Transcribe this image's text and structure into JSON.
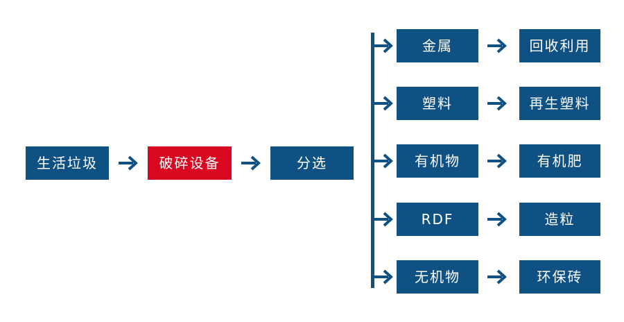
{
  "diagram": {
    "title": "",
    "type": "process-flow",
    "colors": {
      "primary_blue": "#0f5182",
      "highlight_red": "#d9071f",
      "text_on_node": "#ffffff",
      "background": "#ffffff"
    },
    "main_chain": [
      {
        "id": "waste",
        "label": "生活垃圾",
        "style": "blue"
      },
      {
        "id": "crusher",
        "label": "破碎设备",
        "style": "red"
      },
      {
        "id": "sorting",
        "label": "分选",
        "style": "blue"
      }
    ],
    "branches": [
      {
        "material": "金属",
        "product": "回收利用"
      },
      {
        "material": "塑料",
        "product": "再生塑料"
      },
      {
        "material": "有机物",
        "product": "有机肥"
      },
      {
        "material": "RDF",
        "product": "造粒"
      },
      {
        "material": "无机物",
        "product": "环保砖"
      }
    ],
    "connectors": {
      "arrow_glyph": "→",
      "arrow_name": "arrow-right-icon",
      "trunk_name": "distribution-trunk-line"
    }
  }
}
